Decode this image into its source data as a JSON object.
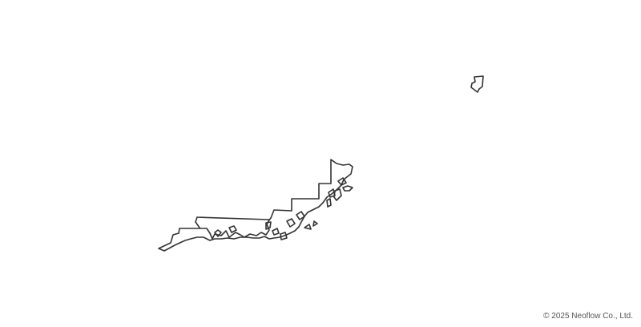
{
  "map": {
    "outline_color": "#333333",
    "background_color": "#ffffff",
    "features": [
      "mainland-coast",
      "peninsula-islands",
      "small-island"
    ]
  },
  "attribution": {
    "text": "© 2025 Neoflow Co., Ltd."
  }
}
